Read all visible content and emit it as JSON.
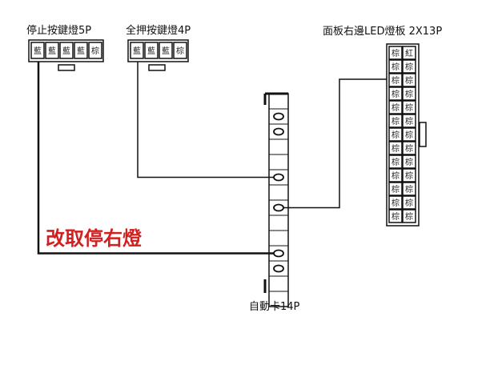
{
  "labels": {
    "stop_key": "停止按鍵燈5P",
    "all_grab_key": "全押按鍵燈4P",
    "panel_led": "面板右邊LED燈板 2X13P",
    "auto_card": "自動卡14P",
    "change_note": "改取停右燈"
  },
  "pins": {
    "blue": "藍",
    "brown": "棕",
    "red": "紅"
  },
  "connectors": {
    "stop_key_pins": [
      "藍",
      "藍",
      "藍",
      "藍",
      "棕"
    ],
    "all_grab_pins": [
      "藍",
      "藍",
      "藍",
      "棕"
    ],
    "panel_rows": [
      [
        "棕",
        "紅"
      ],
      [
        "棕",
        "棕"
      ],
      [
        "棕",
        "棕"
      ],
      [
        "棕",
        "棕"
      ],
      [
        "棕",
        "棕"
      ],
      [
        "棕",
        "棕"
      ],
      [
        "棕",
        "棕"
      ],
      [
        "棕",
        "棕"
      ],
      [
        "棕",
        "棕"
      ],
      [
        "棕",
        "棕"
      ],
      [
        "棕",
        "棕"
      ],
      [
        "棕",
        "棕"
      ],
      [
        "棕",
        "棕"
      ]
    ],
    "auto_card_pin_count": 14,
    "auto_card_marked_pins": [
      1,
      2,
      5,
      7,
      10,
      11
    ]
  },
  "colors": {
    "line": "#111111",
    "note": "#d21f1f",
    "background": "#ffffff"
  }
}
